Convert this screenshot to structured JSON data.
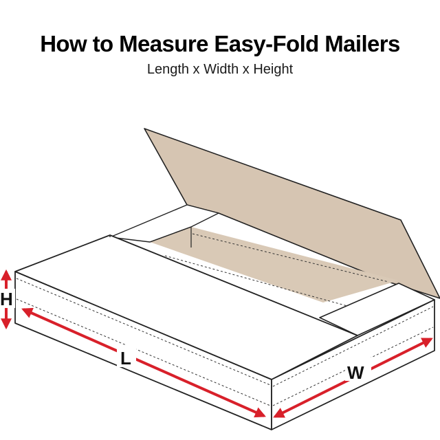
{
  "header": {
    "title": "How to Measure Easy-Fold Mailers",
    "subtitle": "Length x Width x Height"
  },
  "dimensions": {
    "height_label": "H",
    "length_label": "L",
    "width_label": "W"
  },
  "colors": {
    "arrow": "#d8202a",
    "kraft": "#d6c5b2",
    "kraft_dark": "#cbb8a3",
    "outline": "#222222",
    "box_face": "#ffffff"
  }
}
